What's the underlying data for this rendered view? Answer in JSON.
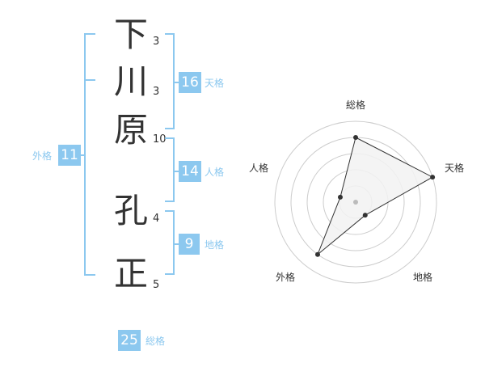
{
  "name": {
    "chars": [
      {
        "char": "下",
        "strokes": "3"
      },
      {
        "char": "川",
        "strokes": "3"
      },
      {
        "char": "原",
        "strokes": "10"
      },
      {
        "char": "孔",
        "strokes": "4"
      },
      {
        "char": "正",
        "strokes": "5"
      }
    ]
  },
  "kaku": {
    "tenkaku": {
      "value": "16",
      "label": "天格"
    },
    "jinkaku": {
      "value": "14",
      "label": "人格"
    },
    "chikaku": {
      "value": "9",
      "label": "地格"
    },
    "gaikaku": {
      "value": "11",
      "label": "外格"
    },
    "soukaku": {
      "value": "25",
      "label": "総格"
    }
  },
  "radar": {
    "axes": [
      "総格",
      "天格",
      "地格",
      "外格",
      "人格"
    ],
    "levels": 5,
    "values": [
      4,
      5,
      1,
      4,
      1
    ],
    "colors": {
      "ring": "#cccccc",
      "fill": "#f2f2f2",
      "stroke": "#333333",
      "point": "#333333",
      "center": "#bbbbbb"
    }
  }
}
